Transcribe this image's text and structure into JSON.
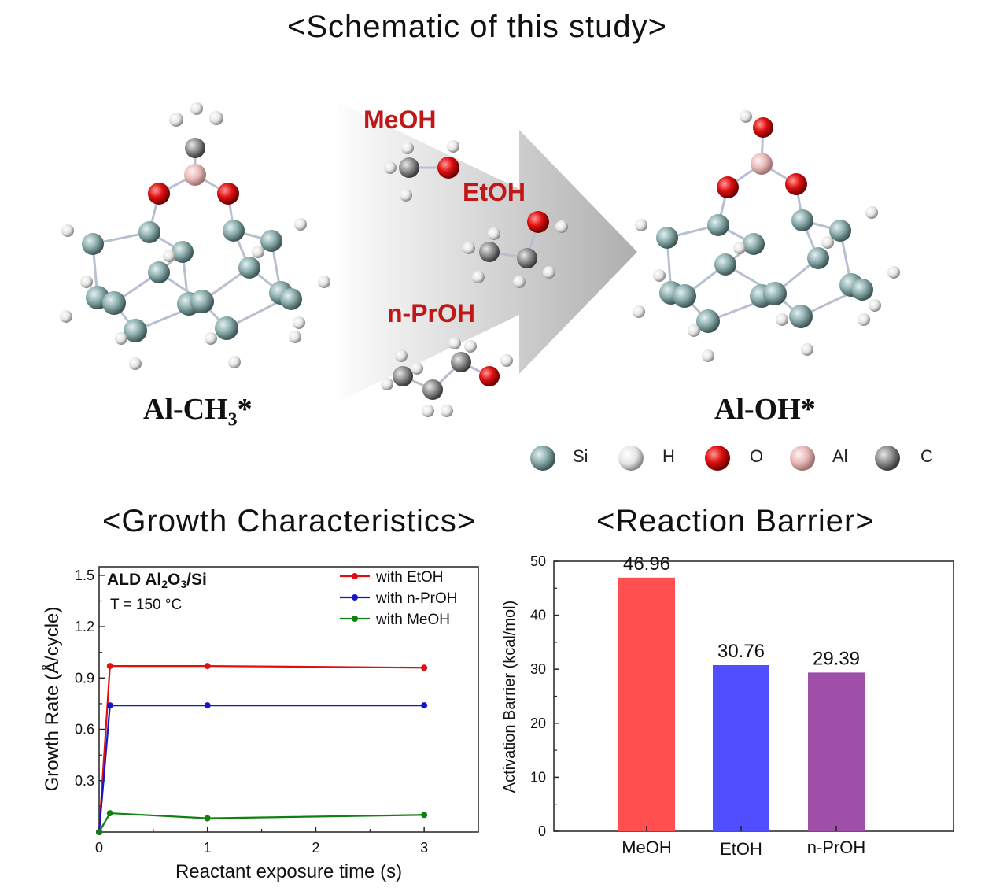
{
  "titles": {
    "schematic": "<Schematic  of this study>",
    "growth": "<Growth  Characteristics>",
    "barrier": "<Reaction  Barrier>"
  },
  "molecules": {
    "left_main": "Al-CH",
    "left_sub": "3",
    "left_star": "*",
    "right": "Al-OH*"
  },
  "reagents": [
    "MeOH",
    "EtOH",
    "n-PrOH"
  ],
  "atom_legend": [
    {
      "label": "Si",
      "color": "#8fb0b0"
    },
    {
      "label": "H",
      "color": "#eeeeee"
    },
    {
      "label": "O",
      "color": "#e01010"
    },
    {
      "label": "Al",
      "color": "#e8b8b8"
    },
    {
      "label": "C",
      "color": "#8a8a8a"
    }
  ],
  "chart_data": [
    {
      "type": "line",
      "inset_title_main": "ALD Al",
      "inset_title_sub1": "2",
      "inset_title_mid": "O",
      "inset_title_sub2": "3",
      "inset_title_end": "/Si",
      "inset_condition": "T = 150 °C",
      "xlabel": "Reactant exposure time (s)",
      "ylabel": "Growth Rate (Å/cycle)",
      "xlim": [
        0,
        3.5
      ],
      "ylim": [
        0,
        1.55
      ],
      "xticks": [
        0,
        1,
        2,
        3
      ],
      "yticks": [
        0.3,
        0.6,
        0.9,
        1.2,
        1.5
      ],
      "ytick_labels": [
        "0.3",
        "0.9",
        "1.2",
        "1.5",
        "0.6"
      ],
      "legend_position": "top-right",
      "series": [
        {
          "name": "with EtOH",
          "color": "#e01010",
          "x": [
            0,
            0.1,
            1,
            3
          ],
          "y": [
            0,
            0.97,
            0.97,
            0.96
          ]
        },
        {
          "name": "with n-PrOH",
          "color": "#1515d0",
          "x": [
            0,
            0.1,
            1,
            3
          ],
          "y": [
            0,
            0.74,
            0.74,
            0.74
          ]
        },
        {
          "name": "with MeOH",
          "color": "#108010",
          "x": [
            0,
            0.1,
            1,
            3
          ],
          "y": [
            0,
            0.11,
            0.08,
            0.1
          ]
        }
      ]
    },
    {
      "type": "bar",
      "ylabel": "Activation Barrier (kcal/mol)",
      "ylim": [
        0,
        50
      ],
      "yticks": [
        0,
        10,
        20,
        30,
        40,
        50
      ],
      "categories": [
        "MeOH",
        "EtOH",
        "n-PrOH"
      ],
      "values": [
        46.96,
        30.76,
        29.39
      ],
      "value_labels": [
        "46.96",
        "30.76",
        "29.39"
      ],
      "colors": [
        "#ff4f4f",
        "#4f4fff",
        "#a04fa8"
      ]
    }
  ]
}
